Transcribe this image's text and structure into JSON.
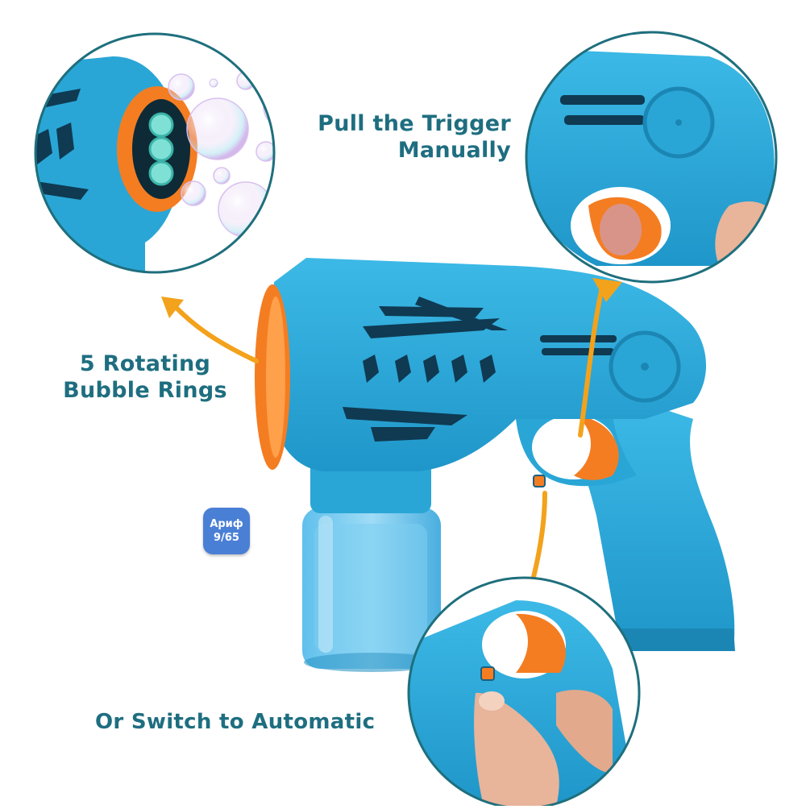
{
  "annotations": {
    "trigger": [
      "Pull the Trigger",
      "Manually"
    ],
    "rings": [
      "5 Rotating",
      "Bubble Rings"
    ],
    "automatic": "Or Switch to Automatic"
  },
  "badge": {
    "line1": "Ариф",
    "line2": "9/65"
  },
  "colors": {
    "body": "#2aa6d6",
    "body_dark": "#1b86b4",
    "accent": "#f47d22",
    "circle_border": "#1f6f7d",
    "arrow": "#f3a21c",
    "text": "#1e6e80",
    "badge": "#4a7fd6"
  }
}
